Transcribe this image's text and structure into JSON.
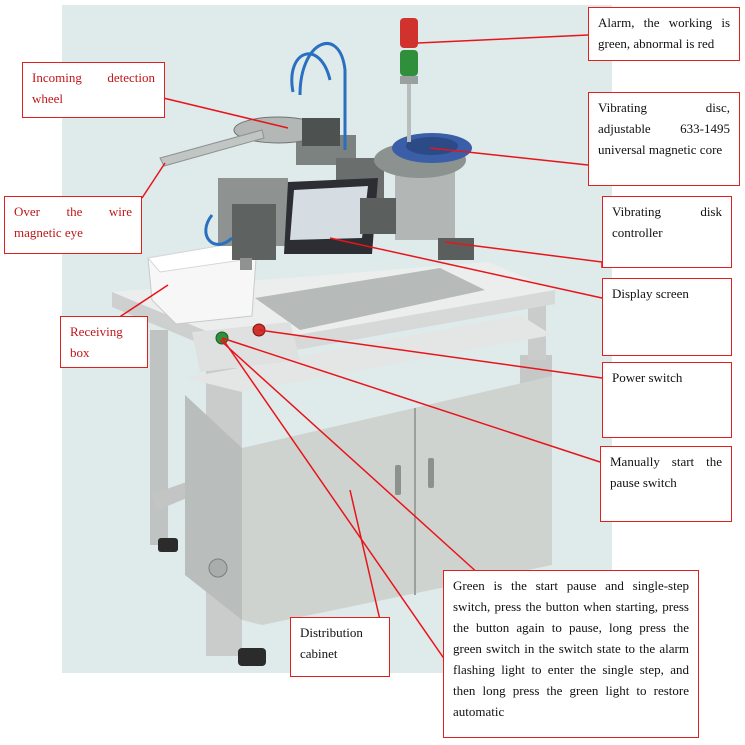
{
  "colors": {
    "callout_border": "#e0201f",
    "leader_line": "#e8141a",
    "label_red": "#c0171b",
    "label_black": "#111111",
    "backdrop": "#dfeaeb",
    "machine_frame": "#d9dcda",
    "cabinet": "#cfd3d0",
    "bowl": "#3a5fa8",
    "screen": "#2c2e33",
    "tower_red": "#d0322d",
    "tower_green": "#2f8f3a"
  },
  "callouts": {
    "alarm": "Alarm, the working is green, abnormal is red",
    "vibrating_disc": "Vibrating disc, adjustable 633-1495 universal magnetic core",
    "disk_controller": "Vibrating disk controller",
    "display_screen": "Display screen",
    "power_switch": "Power switch",
    "pause_switch": "Manually start the pause switch",
    "green_switch": "Green is the start pause and single-step switch, press the button when starting, press the button again to pause, long press the green switch in the switch state to the alarm flashing light to enter the single step, and then long press the green light to restore automatic",
    "distribution_cabinet": "Distribution cabinet",
    "incoming_wheel": "Incoming detection wheel",
    "magnetic_eye": "Over the wire magnetic eye",
    "receiving_box": "Receiving box"
  }
}
